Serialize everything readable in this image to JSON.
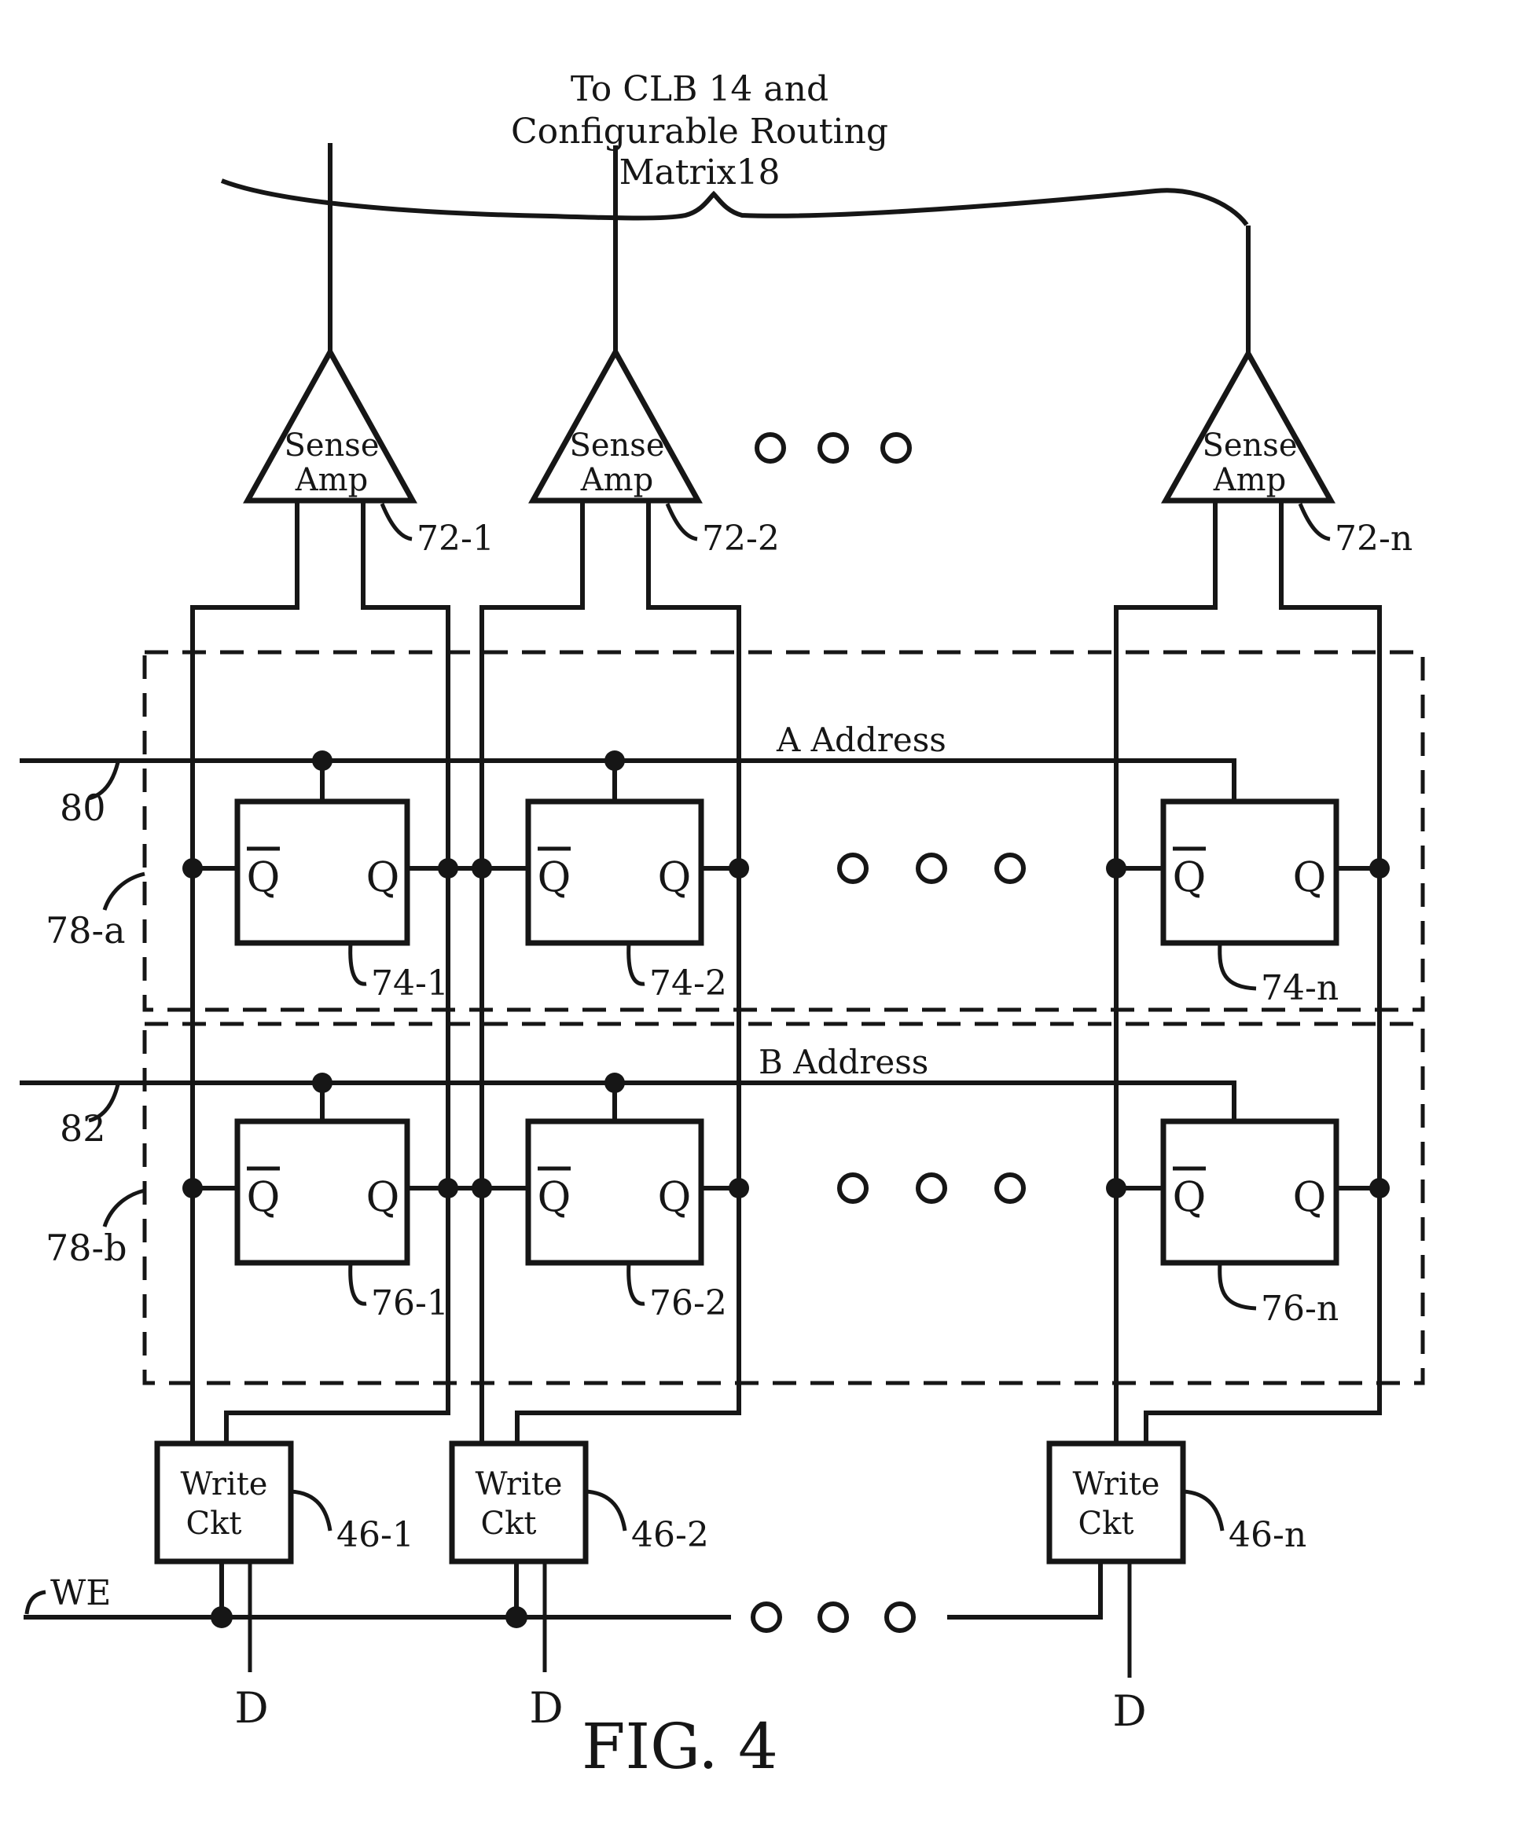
{
  "annotation": {
    "line1": "To CLB 14 and",
    "line2": "Configurable Routing",
    "line3": "Matrix18"
  },
  "sense_amps": [
    {
      "line1": "Sense",
      "line2": "Amp",
      "ref": "72-1"
    },
    {
      "line1": "Sense",
      "line2": "Amp",
      "ref": "72-2"
    },
    {
      "line1": "Sense",
      "line2": "Amp",
      "ref": "72-n"
    }
  ],
  "address_rows": [
    {
      "label": "A Address",
      "bus_ref": "80",
      "group_ref": "78-a",
      "cell_refs": [
        "74-1",
        "74-2",
        "74-n"
      ]
    },
    {
      "label": "B Address",
      "bus_ref": "82",
      "group_ref": "78-b",
      "cell_refs": [
        "76-1",
        "76-2",
        "76-n"
      ]
    }
  ],
  "latch": {
    "q": "Q",
    "qbar": "Q"
  },
  "write_circuits": [
    {
      "line1": "Write",
      "line2": "Ckt",
      "ref": "46-1"
    },
    {
      "line1": "Write",
      "line2": "Ckt",
      "ref": "46-2"
    },
    {
      "line1": "Write",
      "line2": "Ckt",
      "ref": "46-n"
    }
  ],
  "signals": {
    "write_enable": "WE",
    "data_in": "D"
  },
  "caption": "FIG. 4"
}
